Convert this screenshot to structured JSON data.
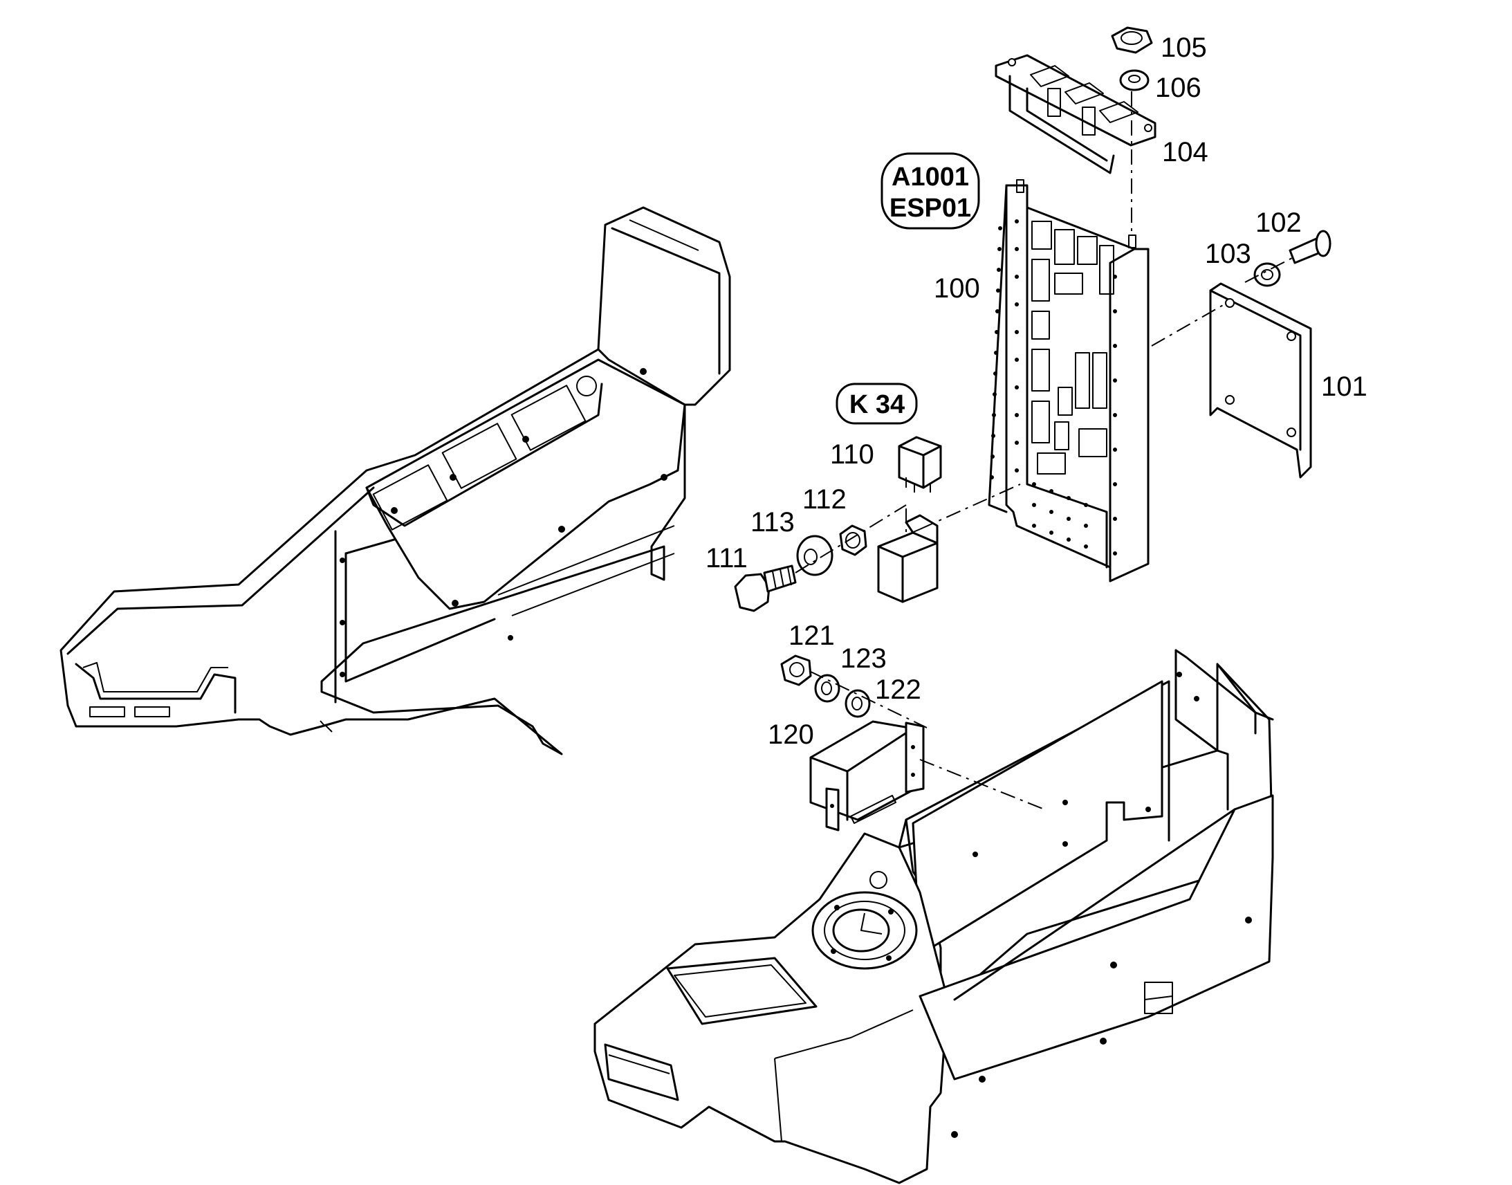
{
  "labels": {
    "p100": "100",
    "p101": "101",
    "p102": "102",
    "p103": "103",
    "p104": "104",
    "p105": "105",
    "p106": "106",
    "p110": "110",
    "p111": "111",
    "p112": "112",
    "p113": "113",
    "p120": "120",
    "p121": "121",
    "p122": "122",
    "p123": "123"
  },
  "tags": {
    "module_line1": "A1001",
    "module_line2": "ESP01",
    "relay": "K 34"
  }
}
